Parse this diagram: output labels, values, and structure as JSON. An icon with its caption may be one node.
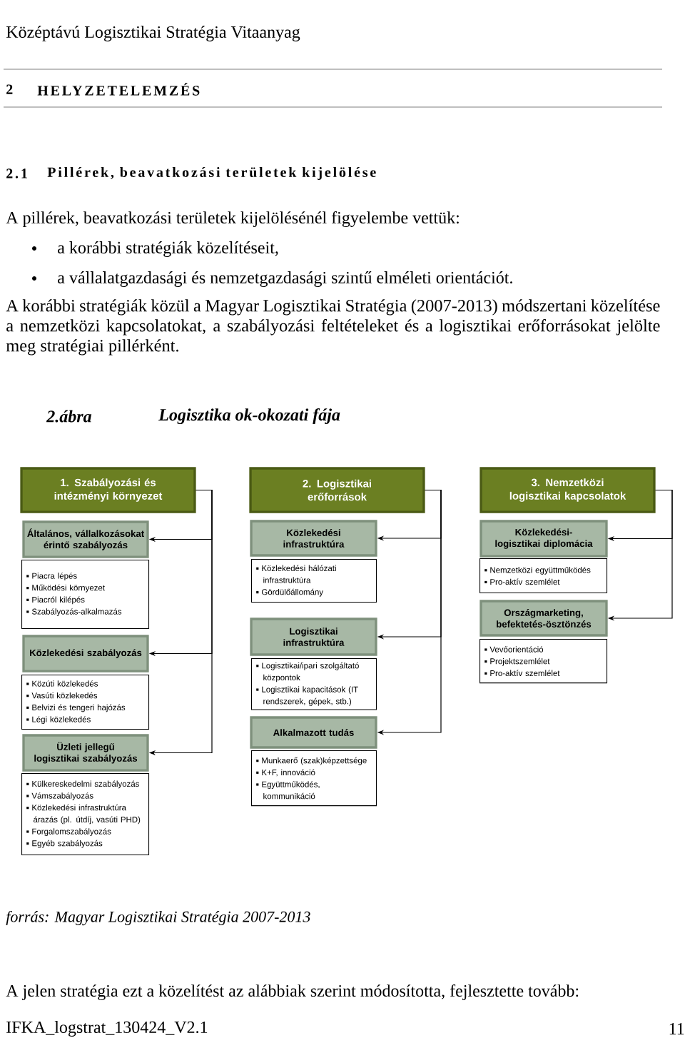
{
  "diagram": {
    "title": "Logisztika ok-okozati fája",
    "caption": "forrás: Magyar Logisztikai Stratégia 2007-2013",
    "nodes": [
      {
        "text": [
          "1. Szabályozási és intézményi környezet"
        ]
      },
      {
        "text": [
          "Általános, vállalkozásokat érintő szabályozás"
        ]
      },
      {
        "text": [
          "Piacra lépés",
          "Működési környezet",
          "Piacról kilépés",
          "Szabályozás-alkalmazás"
        ]
      },
      {
        "text": [
          "Közlekedési szabályozás"
        ]
      },
      {
        "text": [
          "Közúti közlekedés",
          "Vasúti közlekedés",
          "Belvizi és tengeri hajózás",
          "Légi közlekedés"
        ]
      },
      {
        "text": [
          "Üzleti jellegű logisztikai szabályozás"
        ]
      },
      {
        "text": [
          "Külkereskedelmi szabályozás",
          "Vámszabályozás",
          "Közlekedési infrastruktúra árazás (pl. útdíj, vasúti PHD)",
          "Forgalomszabályozás",
          "Egyéb szabályozás"
        ]
      },
      {
        "text": [
          "2. Logisztikai erőforrások"
        ]
      },
      {
        "text": [
          "Közlekedési infrastruktúra"
        ]
      },
      {
        "text": [
          "Közlekedési hálózati infrastruktúra",
          "Gördülőállomány"
        ]
      },
      {
        "text": [
          "Logisztikai infrastruktúra"
        ]
      },
      {
        "text": [
          "Logisztikai/ipari szolgáltató központok",
          "Logisztikai kapacitások (IT rendszerek, gépek, stb.)"
        ]
      },
      {
        "text": [
          "Alkalmazott tudás"
        ]
      },
      {
        "text": [
          "Munkaerő (szak)képzettsége",
          "K+F, innováció",
          "Együttműködés, kommunikáció"
        ]
      },
      {
        "text": [
          "3. Nemzetközi logisztikai kapcsolatok"
        ]
      },
      {
        "text": [
          "Közlekedési-logisztikai diplomácia"
        ]
      },
      {
        "text": [
          "Nemzetközi együttműködés",
          "Pro-aktív szemlélet"
        ]
      },
      {
        "text": [
          "Országmarketing, befektetés-ösztönzés"
        ]
      },
      {
        "text": [
          "Vevőorientáció",
          "Projektszemlélet",
          "Pro-aktív szemlélet"
        ]
      }
    ],
    "edges": [
      {
        "from": 0,
        "to": 1,
        "arrow": "to"
      },
      {
        "from": 0,
        "to": 3,
        "arrow": "to"
      },
      {
        "from": 0,
        "to": 5,
        "arrow": "to"
      },
      {
        "from": 7,
        "to": 8,
        "arrow": "to"
      },
      {
        "from": 7,
        "to": 10,
        "arrow": "to"
      },
      {
        "from": 7,
        "to": 12,
        "arrow": "to"
      },
      {
        "from": 14,
        "to": 15,
        "arrow": "to"
      },
      {
        "from": 14,
        "to": 17,
        "arrow": "to"
      }
    ],
    "labels": [
      "Középtávú Logisztikai Stratégia Vitaanyag",
      "2",
      "HELYZETELEMZÉS",
      "2.1",
      "Pillérek, beavatkozási területek kijelölése",
      "A pillérek, beavatkozási területek kijelölésénél figyelembe vettük:",
      "a korábbi stratégiák közelítéseit,",
      "a vállalatgazdasági és nemzetgazdasági szintű elméleti orientációt.",
      "A korábbi stratégiák közül a Magyar Logisztikai Stratégia (2007-2013) módszertani közelítése a nemzetközi kapcsolatokat, a szabályozási feltételeket és a logisztikai erőforrásokat jelölte meg stratégiai pillérként.",
      "2.ábra",
      "A jelen stratégia ezt a közelítést az alábbiak szerint módosította, fejlesztette tovább:",
      "IFKA_logstrat_130424_V2.1",
      "11"
    ]
  }
}
